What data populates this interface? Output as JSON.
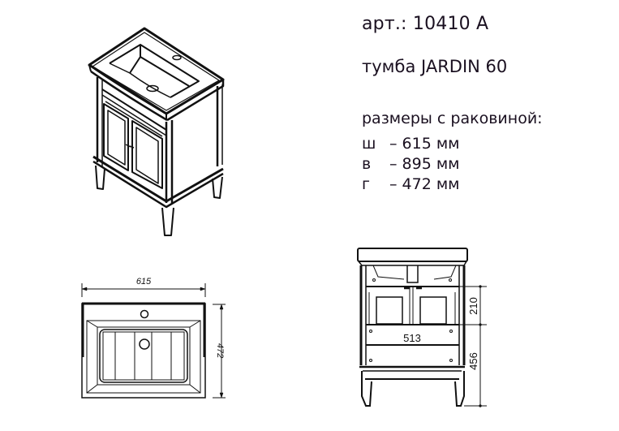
{
  "header": {
    "article_label": "арт.:",
    "article_number": "10410 A",
    "product_name": "тумба JARDIN 60"
  },
  "specs": {
    "heading": "размеры с раковиной:",
    "rows": [
      {
        "key": "ш",
        "value": "– 615 мм"
      },
      {
        "key": "в",
        "value": "– 895 мм"
      },
      {
        "key": "г",
        "value": "– 472 мм"
      }
    ]
  },
  "drawings": {
    "isometric": {
      "label": "isometric view"
    },
    "top_view": {
      "width_dim": "615",
      "depth_dim": "472"
    },
    "front_view": {
      "inner_width_dim": "513",
      "upper_height_dim": "210",
      "lower_height_dim": "456"
    }
  },
  "colors": {
    "line": "#111111",
    "text": "#1a1020",
    "background": "#ffffff"
  }
}
